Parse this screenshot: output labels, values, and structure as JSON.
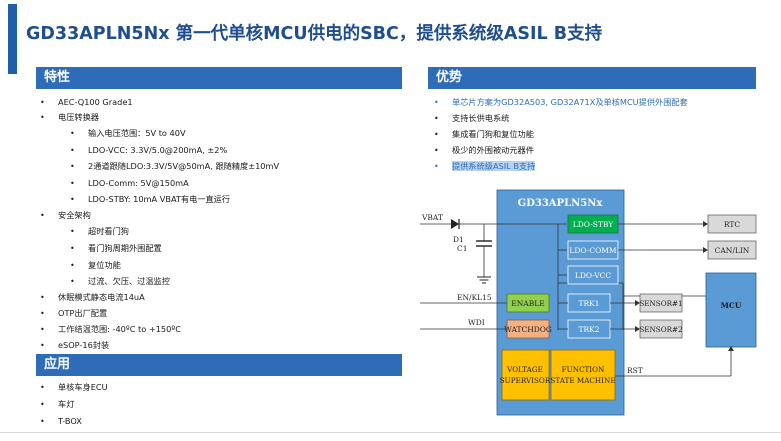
{
  "title": "GD33APLN5Nx 第一代单核MCU供电的SBC，提供系统级ASIL B支持",
  "features": {
    "header": "特性",
    "bullet": "•",
    "items": [
      "AEC-Q100 Grade1",
      "电压转换器",
      "输入电压范围：5V to 40V",
      "LDO-VCC: 3.3V/5.0@200mA, ±2%",
      "2通道跟随LDO:3.3V/5V@50mA, 跟随精度±10mV",
      "LDO-Comm: 5V@150mA",
      "LDO-STBY: 10mA VBAT有电一直运行",
      "安全架构",
      "超时看门狗",
      "看门狗周期外围配置",
      "复位功能",
      "过流、欠压、过温监控",
      "休眠模式静态电流14uA",
      "OTP出厂配置",
      "工作结温范围: -40ºC to +150ºC",
      "eSOP-16封装"
    ]
  },
  "applications": {
    "header": "应用",
    "items": [
      "单核车身ECU",
      "车灯",
      "T-BOX"
    ]
  },
  "advantages": {
    "header": "优势",
    "items": [
      "单芯片方案为GD32A503, GD32A71X及单核MCU提供外围配套",
      "支持长供电系统",
      "集成看门狗和复位功能",
      "极少的外围被动元器件",
      "提供系统级ASIL B支持"
    ]
  },
  "diagram": {
    "chip_name": "GD33APLN5Nx",
    "vbat": "VBAT",
    "d1": "D1",
    "c1": "C1",
    "en_kl15": "EN/KL15",
    "wdi": "WDI",
    "ldo_stby": "LDO-STBY",
    "ldo_comm": "LDO-COMM",
    "ldo_vcc": "LDO-VCC",
    "enable": "ENABLE",
    "watchdog": "WATCHDOG",
    "trk1": "TRK1",
    "trk2": "TRK2",
    "voltage_supervisor": [
      "VOLTAGE",
      "SUPERVISOR"
    ],
    "function_state_machine": [
      "FUNCTION",
      "STATE MACHINE"
    ],
    "rst": "RST",
    "rtc": "RTC",
    "can_lin": "CAN/LIN",
    "sensor1": "SENSOR#1",
    "sensor2": "SENSOR#2",
    "mcu": "MCU",
    "colors": {
      "chip_fill": "#5b9bd5",
      "green": "#00b050",
      "olive": "#92d050",
      "orange": "#f4b183",
      "yellow": "#ffc000",
      "gray": "#d9d9d9"
    }
  }
}
